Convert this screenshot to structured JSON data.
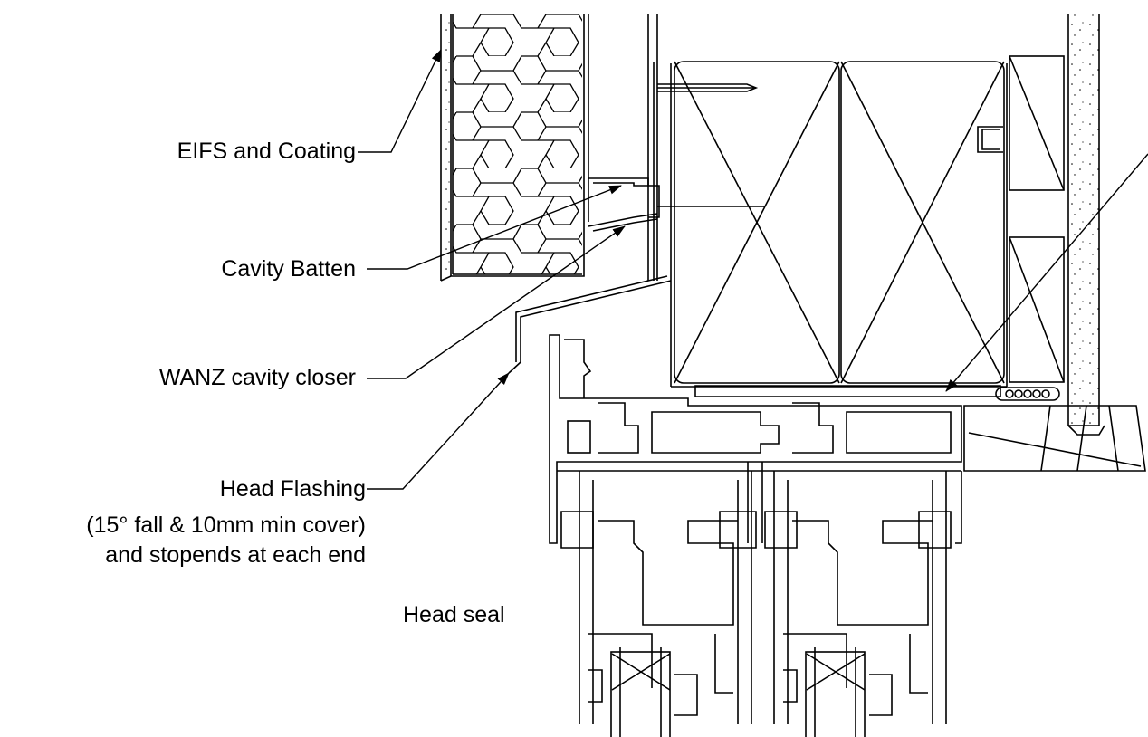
{
  "labels": {
    "eifs": "EIFS and Coating",
    "cavity_batten": "Cavity Batten",
    "wanz_closer": "WANZ cavity closer",
    "head_flashing": "Head Flashing",
    "head_flashing_note1": "(15° fall & 10mm min cover)",
    "head_flashing_note2": "and stopends at each end",
    "head_seal": "Head seal"
  },
  "colors": {
    "line": "#000000",
    "background": "#ffffff"
  }
}
